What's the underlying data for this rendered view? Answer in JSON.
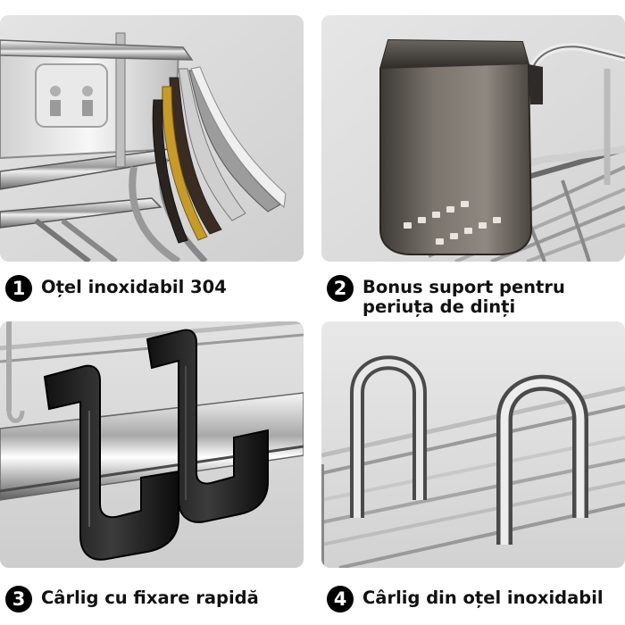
{
  "features": [
    {
      "number": "1",
      "label": "Oțel inoxidabil 304"
    },
    {
      "number": "2",
      "label_line1": "Bonus suport pentru",
      "label_line2": "periuța de dinți"
    },
    {
      "number": "3",
      "label": "Cârlig cu fixare rapidă"
    },
    {
      "number": "4",
      "label": "Cârlig din oțel inoxidabil"
    }
  ],
  "colors": {
    "panel_bg": "#d9d9d9",
    "badge_bg": "#000000",
    "text": "#111111",
    "steel_light": "#f2f2f2",
    "steel_dark": "#3a3a3a",
    "cup_dark": "#5a5550"
  }
}
